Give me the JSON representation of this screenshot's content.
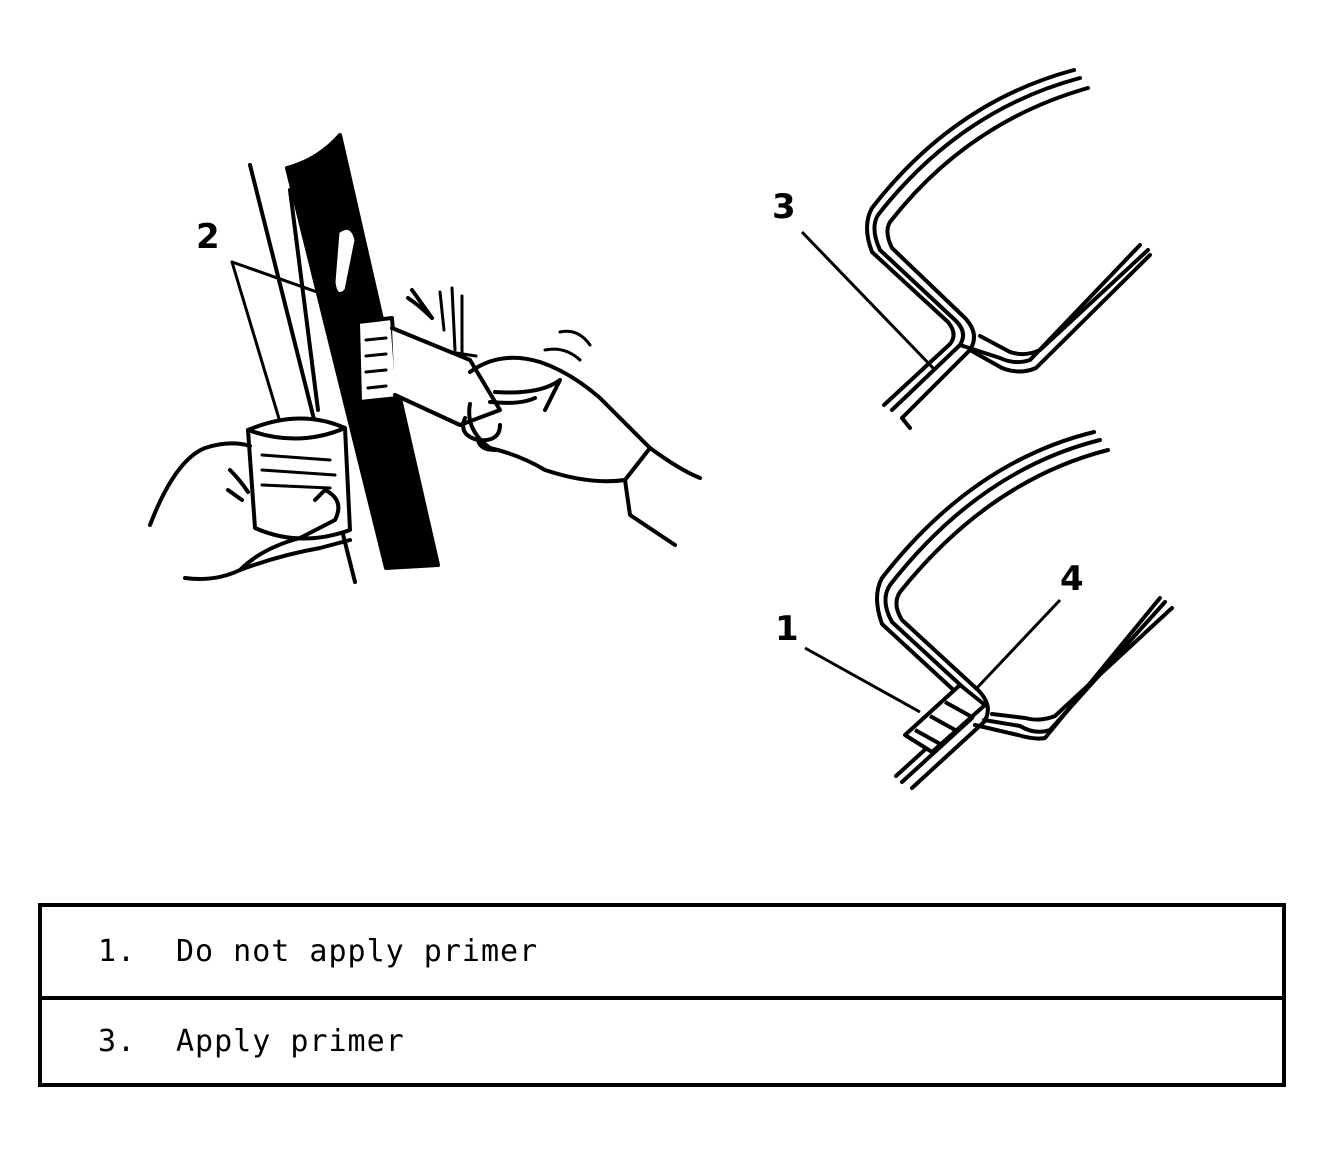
{
  "callouts": {
    "one": "1",
    "two": "2",
    "three": "3",
    "four": "4"
  },
  "legend": {
    "rows": [
      {
        "number": "1.",
        "text": "Do not apply primer"
      },
      {
        "number": "3.",
        "text": "Apply primer"
      }
    ]
  }
}
